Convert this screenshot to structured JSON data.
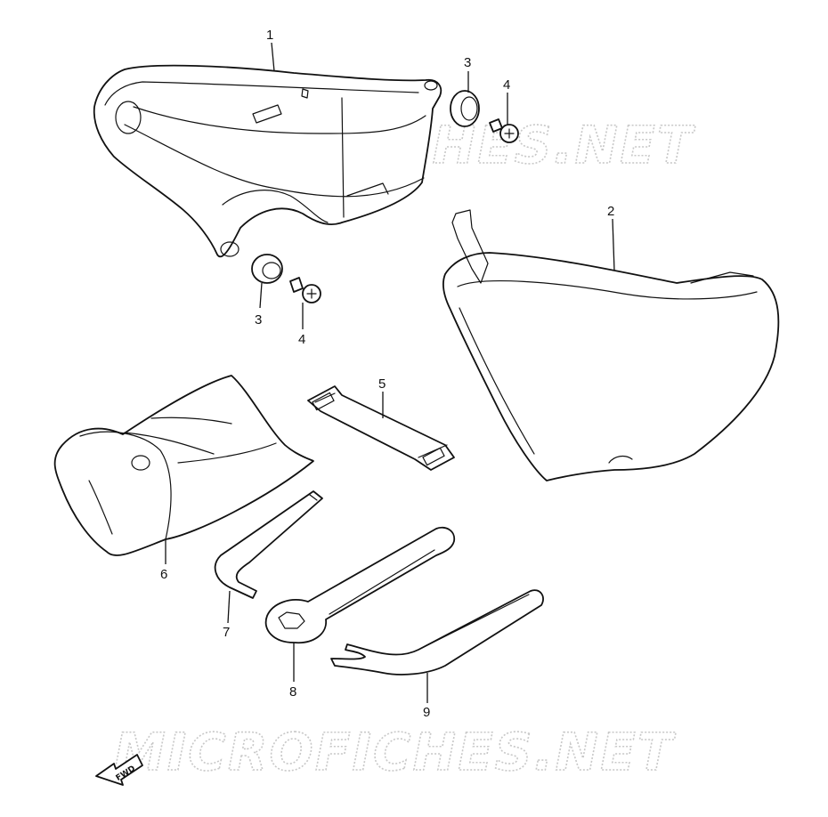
{
  "watermark": {
    "text": "MICROFICHES.NET"
  },
  "direction_marker": {
    "label": "FWD"
  },
  "callouts": {
    "c1": "1",
    "c2": "2",
    "c3a": "3",
    "c3b": "3",
    "c4a": "4",
    "c4b": "4",
    "c5": "5",
    "c6": "6",
    "c7": "7",
    "c8": "8",
    "c9": "9"
  }
}
